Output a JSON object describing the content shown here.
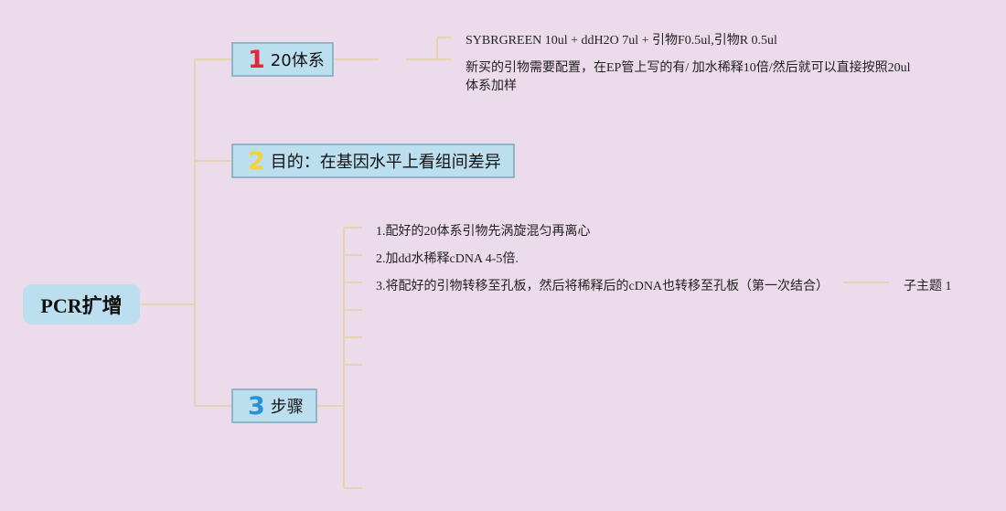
{
  "root": {
    "label": "PCR扩增"
  },
  "branches": [
    {
      "number": "1",
      "number_color": "#e8233a",
      "label": "20体系"
    },
    {
      "number": "2",
      "number_color": "#f3d33b",
      "label": "目的：在基因水平上看组间差异"
    },
    {
      "number": "3",
      "number_color": "#2a8fd6",
      "label": "步骤"
    }
  ],
  "branch1_notes": [
    "SYBRGREEN 10ul + ddH2O 7ul + 引物F0.5ul,引物R 0.5ul",
    "新买的引物需要配置，在EP管上写的有/ 加水稀释10倍/然后就可以直接按照20ul",
    "体系加样"
  ],
  "steps": [
    "1.配好的20体系引物先涡旋混匀再离心",
    "2.加dd水稀释cDNA 4-5倍.",
    "3.将配好的引物转移至孔板，然后将稀释后的cDNA也转移至孔板（第一次结合）"
  ],
  "subtopic": "子主题 1",
  "colors": {
    "background": "#ecdbea",
    "node_fill": "#bcdff0",
    "node_border": "#8fb6c7",
    "connector": "#e6d3b3"
  }
}
